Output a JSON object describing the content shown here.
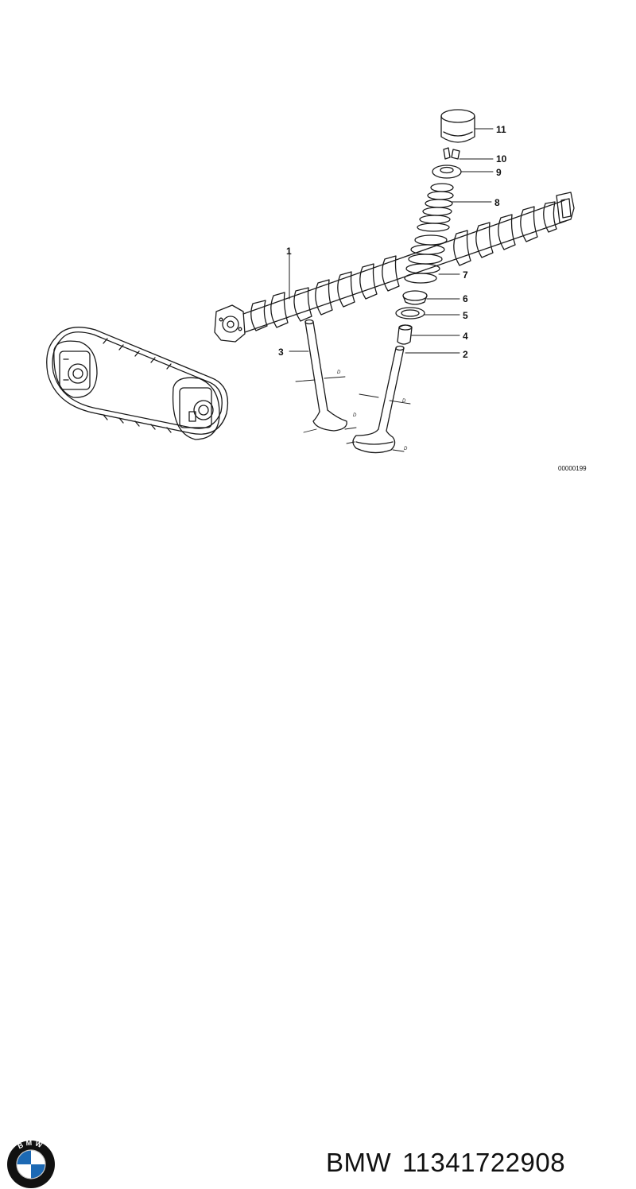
{
  "diagram": {
    "callouts": [
      {
        "id": "1",
        "label": "1"
      },
      {
        "id": "2",
        "label": "2"
      },
      {
        "id": "3",
        "label": "3"
      },
      {
        "id": "4",
        "label": "4"
      },
      {
        "id": "5",
        "label": "5"
      },
      {
        "id": "6",
        "label": "6"
      },
      {
        "id": "7",
        "label": "7"
      },
      {
        "id": "8",
        "label": "8"
      },
      {
        "id": "9",
        "label": "9"
      },
      {
        "id": "10",
        "label": "10"
      },
      {
        "id": "11",
        "label": "11"
      }
    ],
    "dimension_mark": "D",
    "reference_code": "00000199"
  },
  "footer": {
    "logo_text": "BMW",
    "brand": "BMW",
    "part_number": "11341722908"
  },
  "colors": {
    "line": "#1a1a1a",
    "logo_blue": "#1c69b4",
    "logo_ring": "#111111"
  }
}
